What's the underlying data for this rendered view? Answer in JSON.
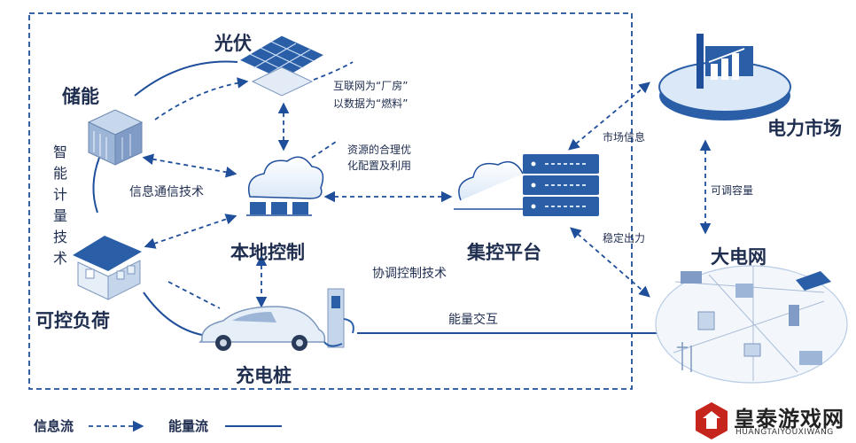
{
  "nodes": {
    "solar": "光伏",
    "storage": "储能",
    "smart_meter": "智能计量技术",
    "load": "可控负荷",
    "charger": "充电桩",
    "local_control": "本地控制",
    "platform": "集控平台",
    "market": "电力市场",
    "grid": "大电网"
  },
  "labels": {
    "internet_1": "互联网为“厂房”",
    "internet_2": "以数据为“燃料”",
    "resource_1": "资源的合理优",
    "resource_2": "化配置及利用",
    "comm_tech": "信息通信技术",
    "coord_tech": "协调控制技术",
    "energy_exchange": "能量交互",
    "market_info": "市场信息",
    "adjustable_capacity": "可调容量",
    "stable_output": "稳定出力"
  },
  "legend": {
    "info_flow": "信息流",
    "energy_flow": "能量流"
  },
  "watermark": {
    "name": "皇泰游戏网",
    "sub": "HUANGTAIYOUXIWANG"
  },
  "colors": {
    "primary": "#1f4e9a",
    "text": "#1f2d4f",
    "light": "#dbe8f7",
    "logo_red": "#c6251e"
  }
}
